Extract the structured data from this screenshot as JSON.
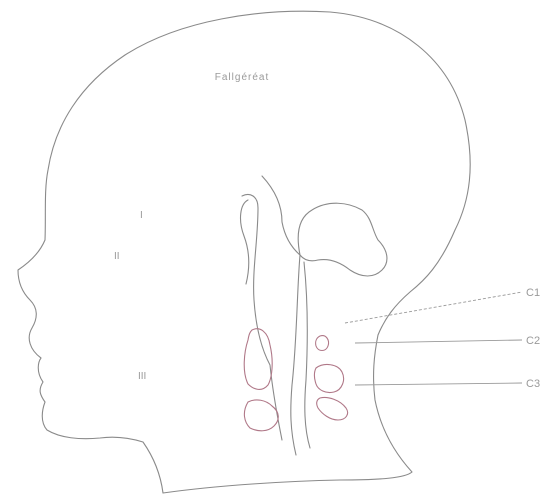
{
  "diagram": {
    "head_label": "Fallgéréat",
    "face_regions": [
      "I",
      "II",
      "III"
    ],
    "callouts": [
      "C1",
      "C2",
      "C3"
    ]
  },
  "colors": {
    "outline": "#8a8a8a",
    "structures": "#b07888",
    "labels": "#9a9a9a"
  }
}
